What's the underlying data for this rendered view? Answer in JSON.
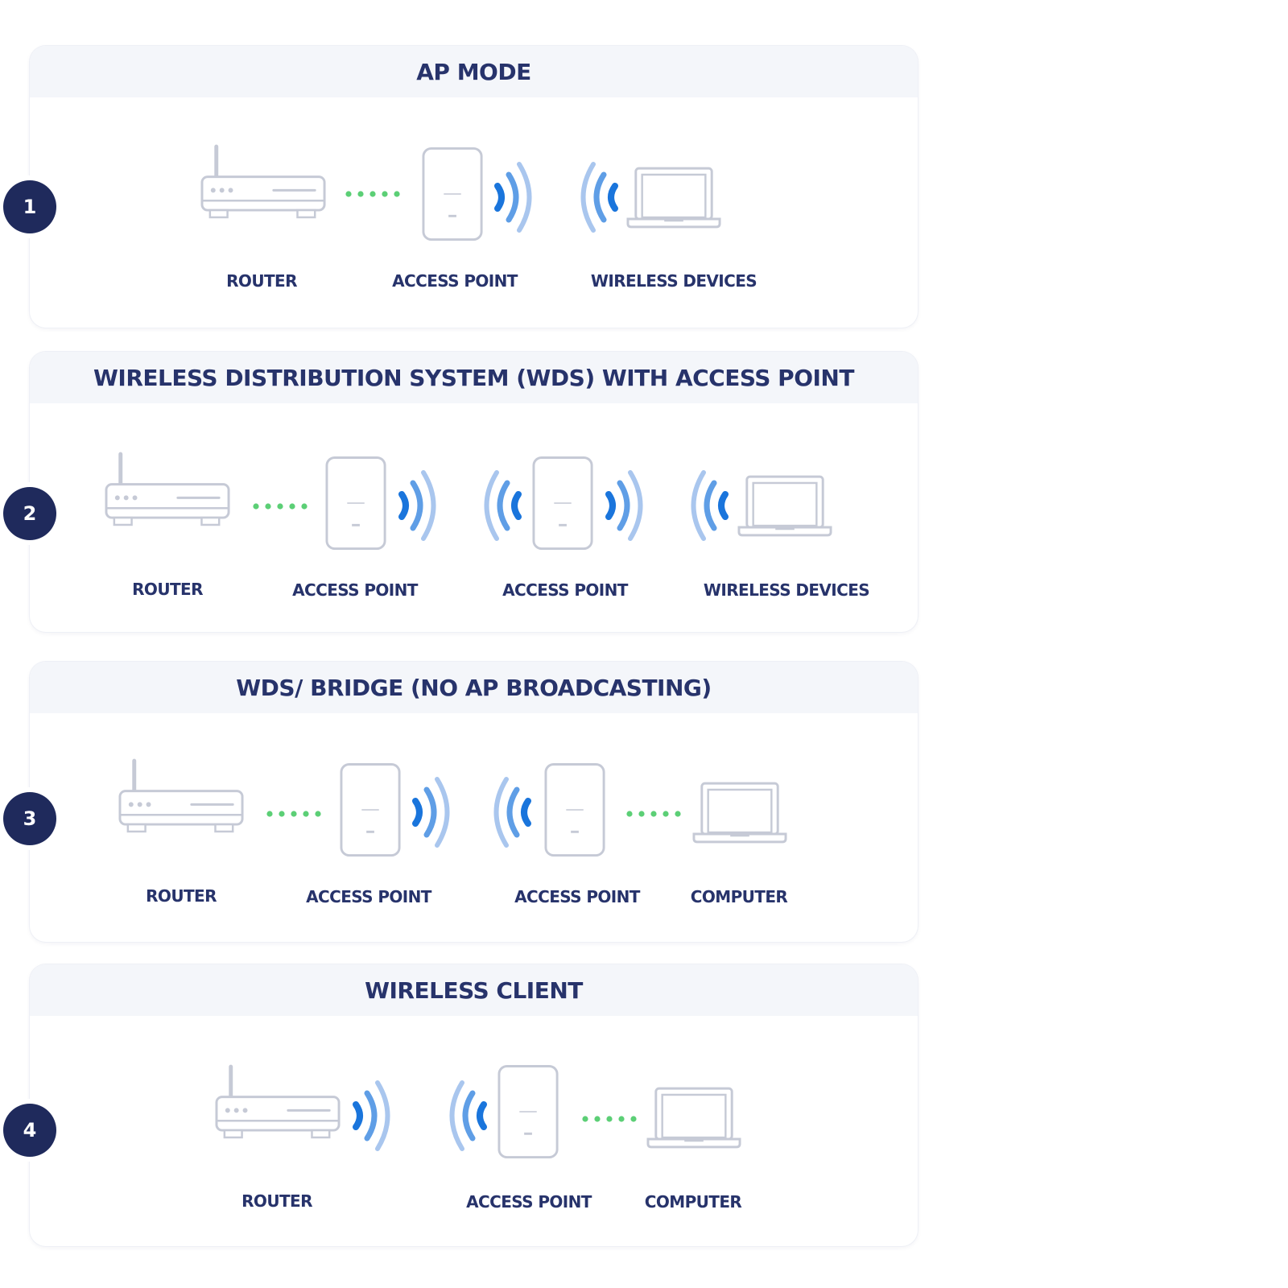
{
  "colors": {
    "navy": "#1f2a5c",
    "text": "#27336b",
    "device_stroke": "#c6cad6",
    "wave_light": "#a9c6ee",
    "wave_mid": "#5f9ee6",
    "wave_dark": "#1a75dc",
    "link_dots": "#5ccf76",
    "header_bg": "#f4f6fa"
  },
  "modes": [
    {
      "number": "1",
      "title": "AP MODE",
      "devices": [
        {
          "type": "router-icon",
          "label": "ROUTER"
        },
        {
          "type": "access-point-icon",
          "label": "ACCESS POINT"
        },
        {
          "type": "laptop-icon",
          "label": "WIRELESS DEVICES"
        }
      ],
      "links": [
        "wired",
        "wireless"
      ]
    },
    {
      "number": "2",
      "title": "WIRELESS DISTRIBUTION SYSTEM (WDS) WITH ACCESS POINT",
      "devices": [
        {
          "type": "router-icon",
          "label": "ROUTER"
        },
        {
          "type": "access-point-icon",
          "label": "ACCESS POINT"
        },
        {
          "type": "access-point-icon",
          "label": "ACCESS POINT"
        },
        {
          "type": "laptop-icon",
          "label": "WIRELESS DEVICES"
        }
      ],
      "links": [
        "wired",
        "wireless",
        "wireless"
      ]
    },
    {
      "number": "3",
      "title": "WDS/ BRIDGE (NO AP BROADCASTING)",
      "devices": [
        {
          "type": "router-icon",
          "label": "ROUTER"
        },
        {
          "type": "access-point-icon",
          "label": "ACCESS POINT"
        },
        {
          "type": "access-point-icon",
          "label": "ACCESS POINT"
        },
        {
          "type": "laptop-icon",
          "label": "COMPUTER"
        }
      ],
      "links": [
        "wired",
        "wireless",
        "wired"
      ]
    },
    {
      "number": "4",
      "title": "WIRELESS CLIENT",
      "devices": [
        {
          "type": "router-icon",
          "label": "ROUTER"
        },
        {
          "type": "access-point-icon",
          "label": "ACCESS POINT"
        },
        {
          "type": "laptop-icon",
          "label": "COMPUTER"
        }
      ],
      "links": [
        "wireless",
        "wired"
      ]
    }
  ]
}
